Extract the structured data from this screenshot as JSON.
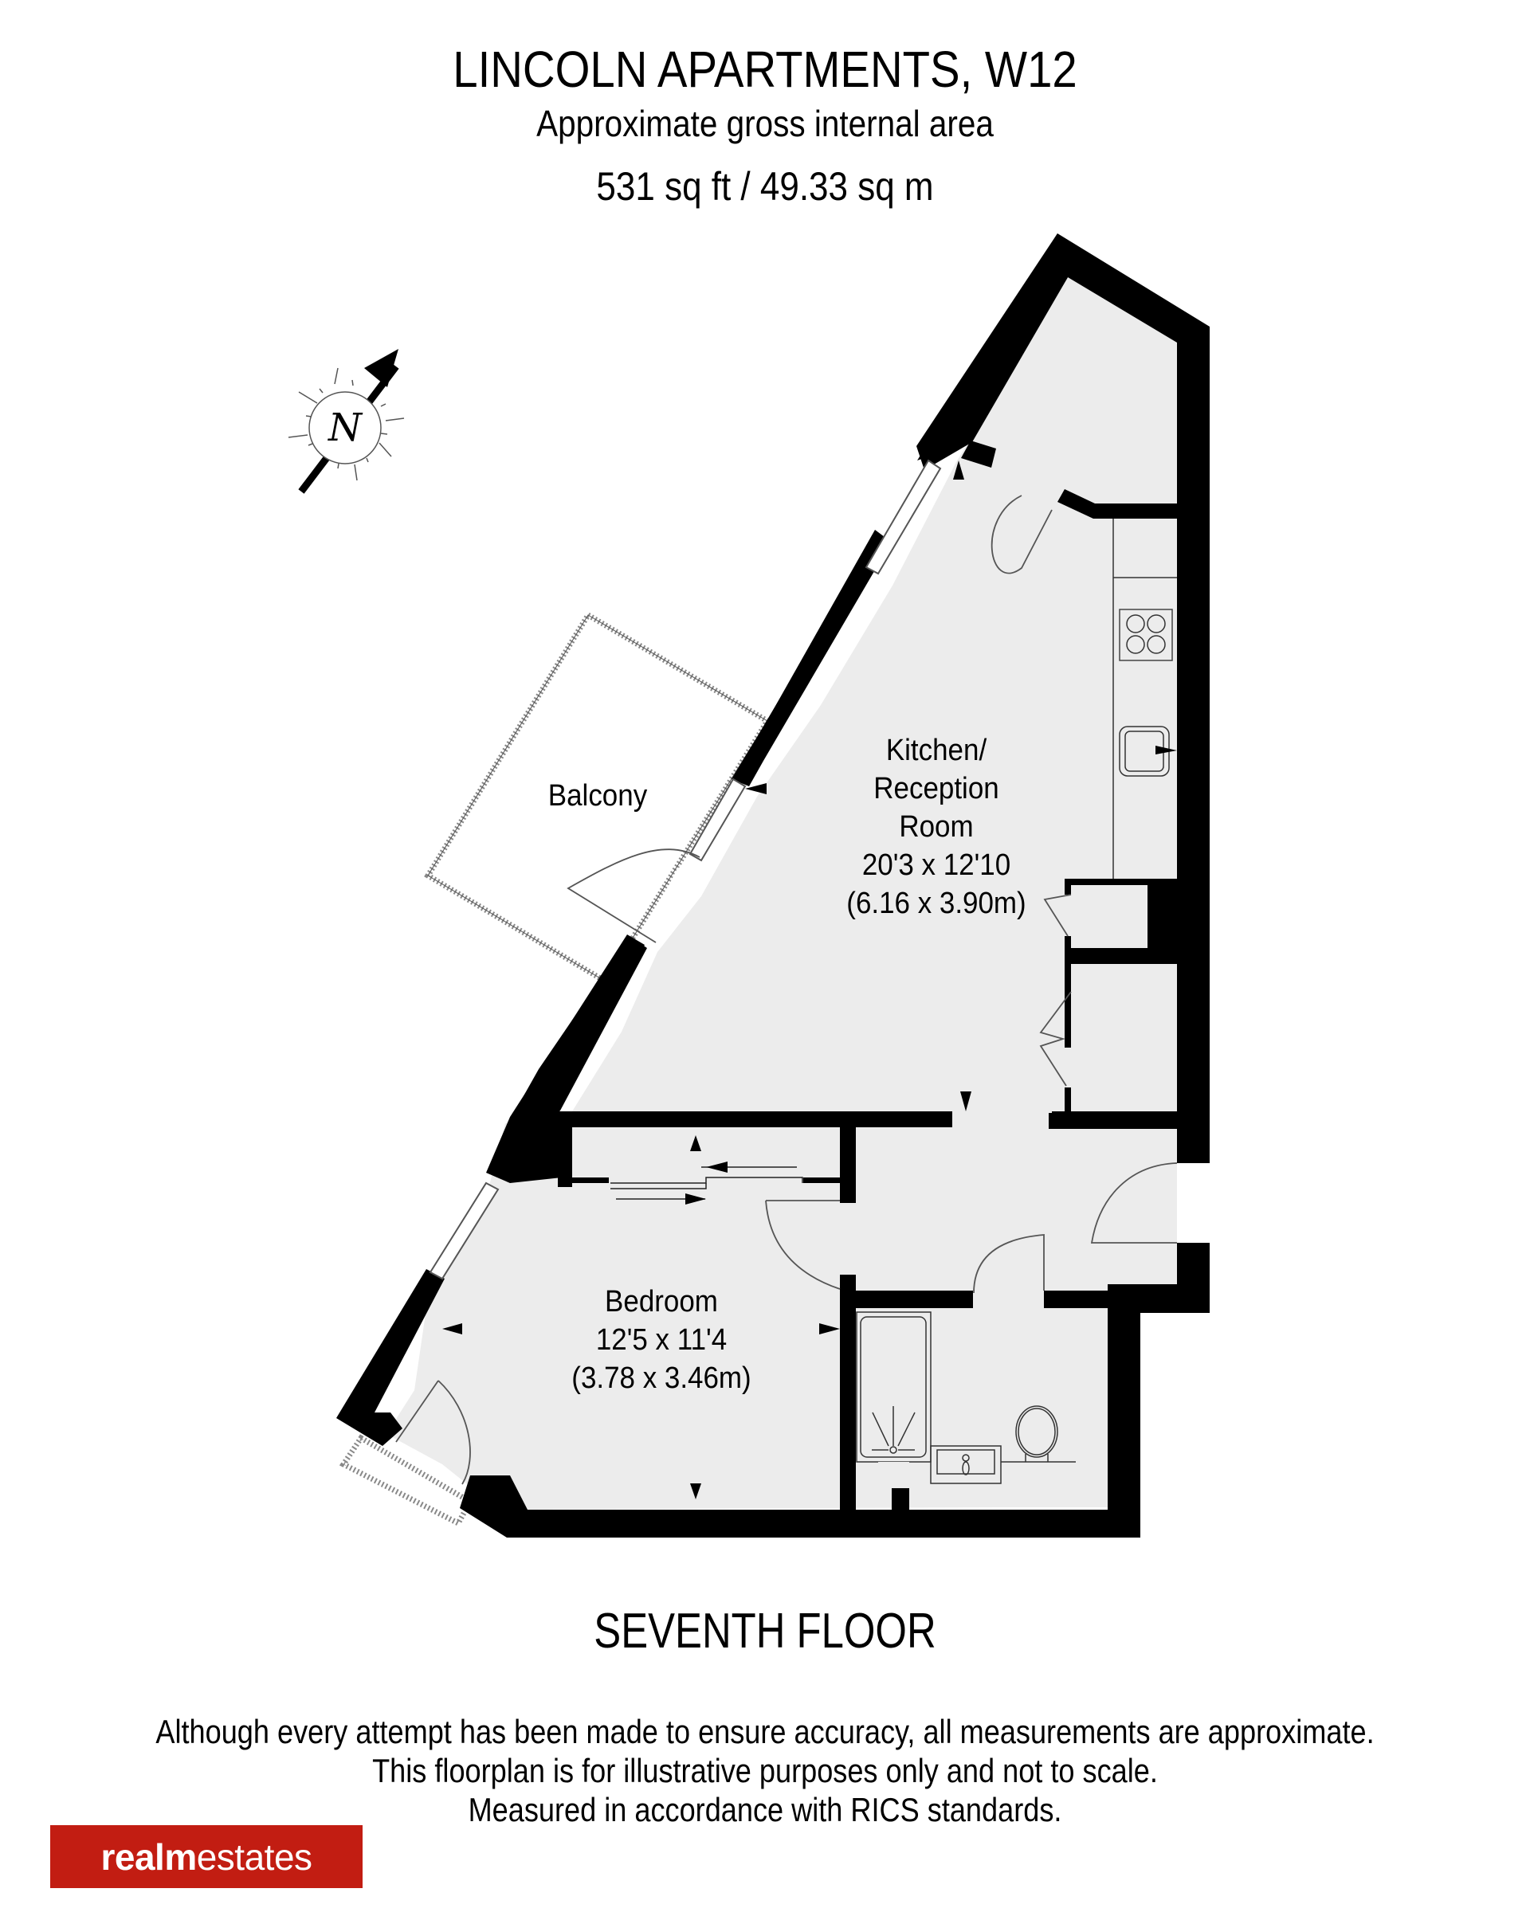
{
  "header": {
    "title": "LINCOLN APARTMENTS, W12",
    "subtitle": "Approximate gross internal area",
    "area": "531 sq ft / 49.33 sq m"
  },
  "compass": {
    "label": "N",
    "icon": "north-arrow-icon"
  },
  "rooms": [
    {
      "name": "Kitchen/",
      "name2": "Reception",
      "name3": "Room",
      "imperial": "20'3 x 12'10",
      "metric": "(6.16 x 3.90m)"
    },
    {
      "name": "Bedroom",
      "imperial": "12'5 x 11'4",
      "metric": "(3.78 x 3.46m)"
    },
    {
      "name": "Balcony"
    }
  ],
  "floor": "SEVENTH FLOOR",
  "disclaimer": [
    "Although every attempt has been made to ensure accuracy, all measurements are approximate.",
    "This floorplan is for illustrative purposes only and not to scale.",
    "Measured in accordance with RICS standards."
  ],
  "logo": {
    "bold": "realm",
    "regular": "estates",
    "color": "#c21d12"
  },
  "colors": {
    "wall": "#000000",
    "floor": "#ececec",
    "background": "#ffffff"
  }
}
